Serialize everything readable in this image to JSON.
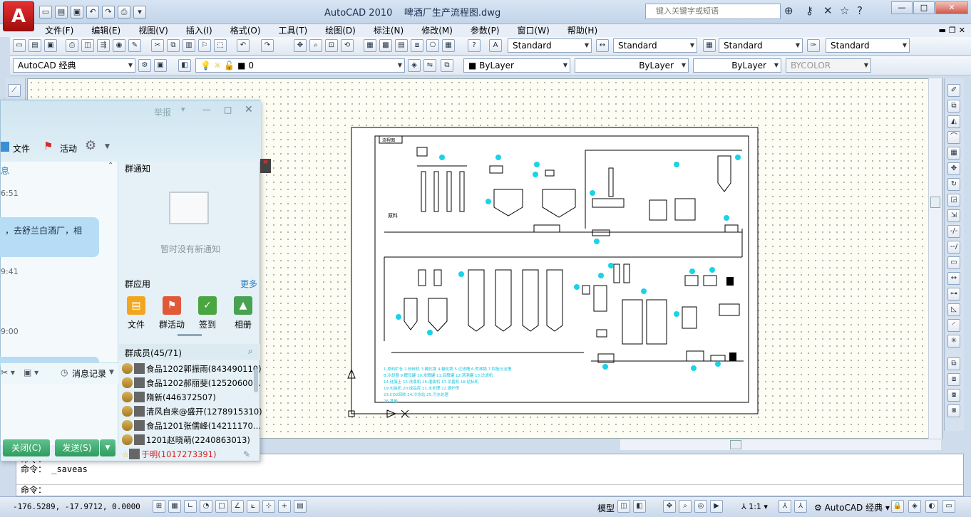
{
  "app": {
    "logo_letter": "A",
    "title": "AutoCAD 2010",
    "file": "啤酒厂生产流程图.dwg",
    "search_placeholder": "键入关键字或短语"
  },
  "menu": [
    "文件(F)",
    "编辑(E)",
    "视图(V)",
    "插入(I)",
    "格式(O)",
    "工具(T)",
    "绘图(D)",
    "标注(N)",
    "修改(M)",
    "参数(P)",
    "窗口(W)",
    "帮助(H)"
  ],
  "styles": {
    "text_style": "Standard",
    "dim_style": "Standard",
    "table_style": "Standard",
    "multileader_style": "Standard"
  },
  "workspace": "AutoCAD 经典",
  "layer": "0",
  "color": "ByLayer",
  "linetype": "ByLayer",
  "lineweight": "ByLayer",
  "plotstyle": "BYCOLOR",
  "command": {
    "line1": "命令：",
    "line2": "命令： _saveas",
    "prompt": "命令："
  },
  "status": {
    "coords": "-176.5289, -17.9712, 0.0000",
    "model": "模型",
    "scale": "1:1",
    "workspace": "AutoCAD 经典"
  },
  "qq": {
    "report": "举报",
    "tab_file": "文件",
    "tab_activity": "活动",
    "time1": "6:51",
    "msg1": "，去舒兰白酒厂，相",
    "time2": "9:41",
    "time3": "9:00",
    "notice_title": "群通知",
    "notice_empty": "暂时没有新通知",
    "apps_title": "群应用",
    "apps_more": "更多",
    "apps": [
      "文件",
      "群活动",
      "签到",
      "相册"
    ],
    "members_title": "群成员(45/71)",
    "members": [
      "食品1202郭振雨(843490110)",
      "食品1202郝丽斐(12520600…",
      "隋新(446372507)",
      "清风自来@盛开(1278915310)",
      "食品1201张儒峰(14211170…",
      "1201赵晓萌(2240863013)",
      "于明(1017273391)"
    ],
    "history": "消息记录",
    "close": "关闭(C)",
    "send": "发送(S)",
    "side_label": "息"
  },
  "drawing": {
    "title_block": "流程图",
    "raw_label": "原料",
    "legend_lines": [
      "1.原料贮仓  2.粉碎机  3.糊化锅  4.糖化锅  5.过滤槽  6.煮沸锅  7.回旋沉淀槽",
      "8.冷却器  9.酵母罐  10.发酵罐  11.后酵罐  12.清酒罐  13.过滤机",
      "14.硅藻土  15.洗瓶机  16.灌装机  17.杀菌机  18.贴标机",
      "19.包装机  20.成品库  21.水处理  22.锅炉房",
      "23.CO2回收  24.冷冻站  25.污水处理",
      "26.其他"
    ]
  }
}
